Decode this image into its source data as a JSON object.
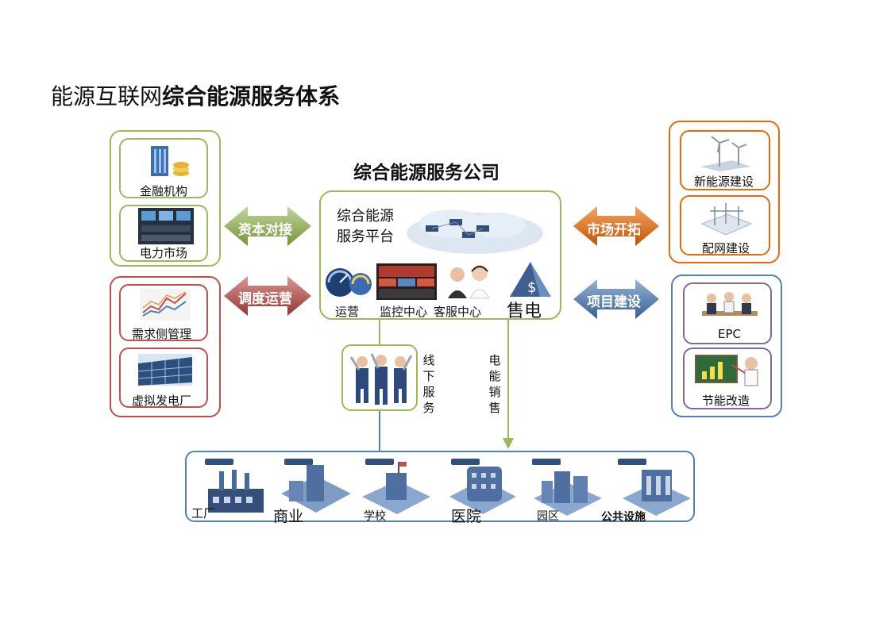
{
  "title": {
    "light": "能源互联网",
    "bold": "综合能源服务体系"
  },
  "company": {
    "title": "综合能源服务公司",
    "platform_line1": "综合能源",
    "platform_line2": "服务平台"
  },
  "platform_labels": {
    "ops": "运营",
    "monitor": "监控中心",
    "service": "客服中心",
    "sales": "售电"
  },
  "left_top": {
    "item1": "金融机构",
    "item2": "电力市场",
    "arrow": "资本对接"
  },
  "left_bottom": {
    "item1": "需求侧管理",
    "item2": "虚拟发电厂",
    "arrow": "调度运营"
  },
  "right_top": {
    "item1": "新能源建设",
    "item2": "配网建设",
    "arrow": "市场开拓"
  },
  "right_bottom": {
    "item1": "EPC",
    "item2": "节能改造",
    "arrow": "项目建设"
  },
  "offline": {
    "label": "线下服务"
  },
  "electric": {
    "label": "电能销售"
  },
  "customers": {
    "factory": "工厂",
    "commerce": "商业",
    "school": "学校",
    "hospital": "医院",
    "park": "园区",
    "public": "公共设施"
  },
  "colors": {
    "green": "#9bbb59",
    "red": "#c0504d",
    "orange": "#e46c0a",
    "blue": "#4f81bd",
    "navy": "#1f4e79"
  }
}
